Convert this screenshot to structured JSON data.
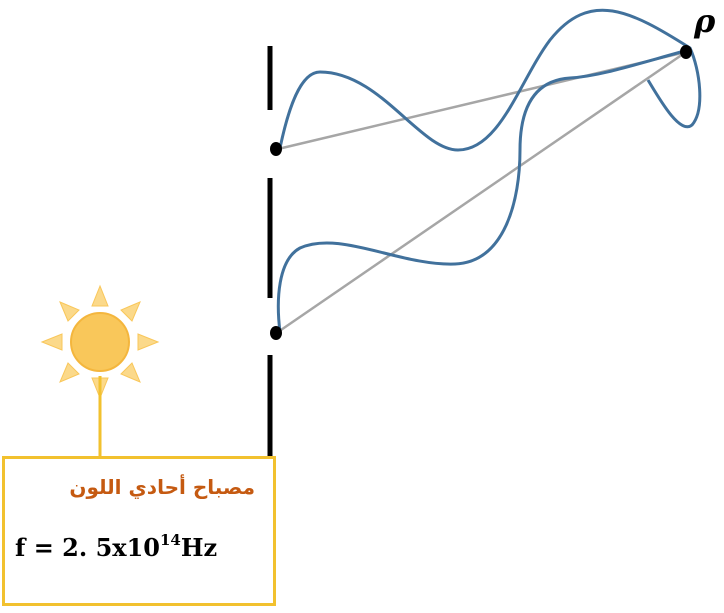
{
  "point_label": "ρ",
  "source": {
    "name": "مصباح أحادي اللون",
    "formula_lhs": "f",
    "formula_eq": "=",
    "formula_mantissa": "2. 5x10",
    "formula_exponent": "14",
    "formula_unit": "Hz"
  },
  "colors": {
    "wave": "#41719c",
    "path_line": "#a6a6a6",
    "barrier": "#000000",
    "sun_fill": "#f9c75a",
    "sun_rays": "#fbd98a",
    "box_border": "#f2c12e",
    "label_text": "#c55a11"
  }
}
